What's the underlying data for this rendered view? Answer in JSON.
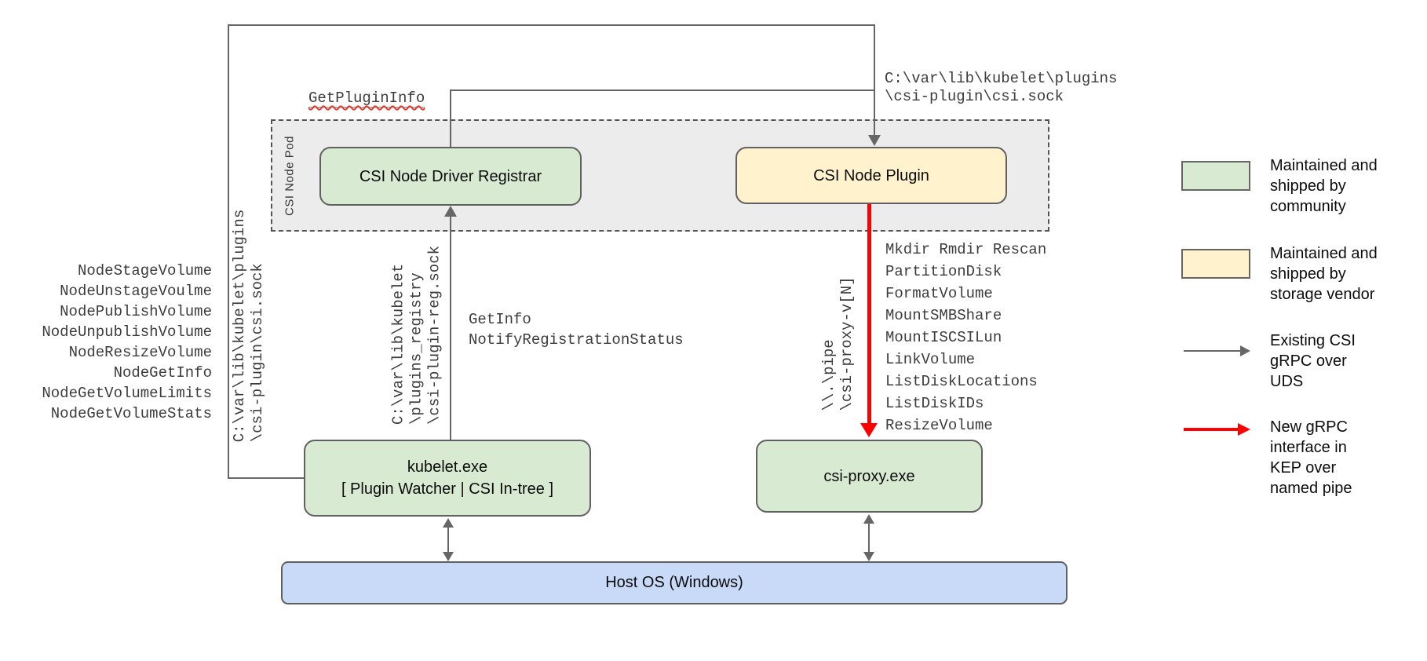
{
  "colors": {
    "community_green": "#d9ead3",
    "vendor_yellow": "#fff2cc",
    "host_blue": "#c9daf8",
    "connector_gray": "#666666",
    "new_interface_red": "#fe0000",
    "pod_fill_gray": "#ececec"
  },
  "diagram": {
    "pod": {
      "label": "CSI Node Pod"
    },
    "boxes": {
      "registrar": {
        "label": "CSI Node Driver Registrar"
      },
      "plugin": {
        "label": "CSI Node Plugin"
      },
      "kubelet": {
        "line1": "kubelet.exe",
        "line2": "[ Plugin Watcher | CSI In-tree ]"
      },
      "csi_proxy": {
        "label": "csi-proxy.exe"
      },
      "host_os": {
        "label": "Host OS (Windows)"
      }
    },
    "annotations": {
      "get_plugin_info": "GetPluginInfo",
      "uds_socket_path": [
        "C:\\var\\lib\\kubelet\\plugins",
        "\\csi-plugin\\csi.sock"
      ],
      "uds_socket_path_rotated": [
        "C:\\var\\lib\\kubelet\\plugins",
        "\\csi-plugin\\csi.sock"
      ],
      "registration_socket_path": [
        "C:\\var\\lib\\kubelet",
        "\\plugins_registry",
        "\\csi-plugin-reg.sock"
      ],
      "registration_calls": [
        "GetInfo",
        "NotifyRegistrationStatus"
      ],
      "named_pipe_path": [
        "\\\\.\\pipe",
        "\\csi-proxy-v[N]"
      ],
      "node_csi_calls": [
        "NodeStageVolume",
        "NodeUnstageVoulme",
        "NodePublishVolume",
        "NodeUnpublishVolume",
        "NodeResizeVolume",
        "NodeGetInfo",
        "NodeGetVolumeLimits",
        "NodeGetVolumeStats"
      ],
      "proxy_api_calls": [
        "Mkdir Rmdir Rescan",
        "PartitionDisk",
        "FormatVolume",
        "MountSMBShare",
        "MountISCSILun",
        "LinkVolume",
        "ListDiskLocations",
        "ListDiskIDs",
        "ResizeVolume"
      ]
    }
  },
  "legend": {
    "items": [
      {
        "marker": "green-box",
        "lines": [
          "Maintained and",
          "shipped by",
          "community"
        ]
      },
      {
        "marker": "yellow-box",
        "lines": [
          "Maintained and",
          "shipped by",
          "storage vendor"
        ]
      },
      {
        "marker": "gray-arrow",
        "lines": [
          "Existing CSI",
          "gRPC over",
          "UDS"
        ]
      },
      {
        "marker": "red-arrow",
        "lines": [
          "New gRPC",
          "interface in",
          "KEP over",
          "named pipe"
        ]
      }
    ]
  }
}
